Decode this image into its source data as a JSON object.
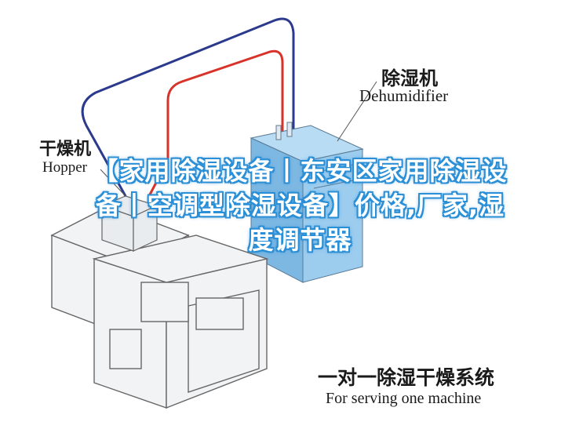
{
  "labels": {
    "dehumidifier_cn": "除湿机",
    "dehumidifier_en": "Dehumidifier",
    "hopper_cn": "干燥机",
    "hopper_en": "Hopper",
    "system_cn": "一对一除湿干燥系统",
    "system_en": "For serving one machine"
  },
  "overlay_title": "【家用除湿设备丨东安区家用除湿设备丨空调型除湿设备】价格,厂家,湿度调节器",
  "colors": {
    "pipe_red": "#d8332a",
    "pipe_blue": "#2b3a8c",
    "dehumidifier_body": "#8cc4ec",
    "overlay_outline": "#2a8fd6"
  }
}
